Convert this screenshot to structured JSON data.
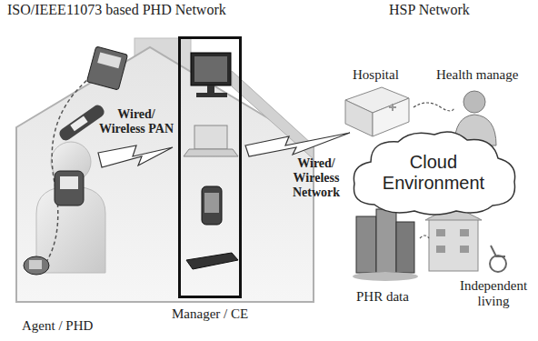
{
  "diagram": {
    "nodes": [
      {
        "text": [
          "Cloud Environment"
        ]
      },
      {
        "text": [
          "Manager / CE"
        ]
      }
    ],
    "labels": [
      "ISO/IEEE11073 based PHD Network",
      "HSP Network",
      "Wired/ Wireless PAN",
      "Wired/ Wireless Network",
      "Hospital",
      "Health manage",
      "PHR data",
      "Independent living",
      "Agent / PHD"
    ]
  }
}
